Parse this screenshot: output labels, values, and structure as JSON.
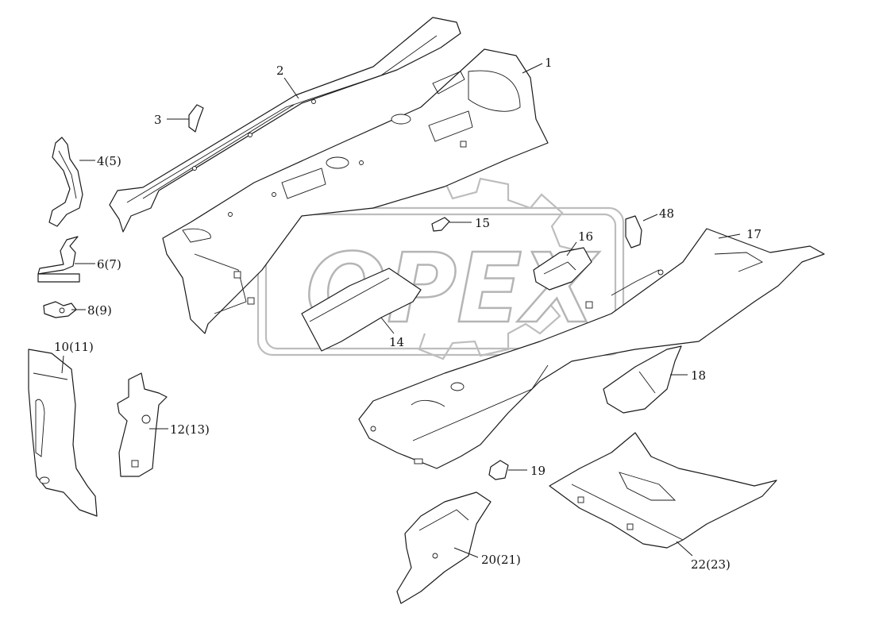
{
  "watermark": {
    "text": "OPEX",
    "color": "#b5b5b5"
  },
  "callouts": {
    "p1": "1",
    "p2": "2",
    "p3": "3",
    "p4": "4(5)",
    "p6": "6(7)",
    "p8": "8(9)",
    "p10": "10(11)",
    "p12": "12(13)",
    "p14": "14",
    "p15": "15",
    "p16": "16",
    "p17": "17",
    "p18": "18",
    "p19": "19",
    "p20": "20(21)",
    "p22": "22(23)",
    "p48": "48"
  },
  "line_color": "#1a1a1a"
}
